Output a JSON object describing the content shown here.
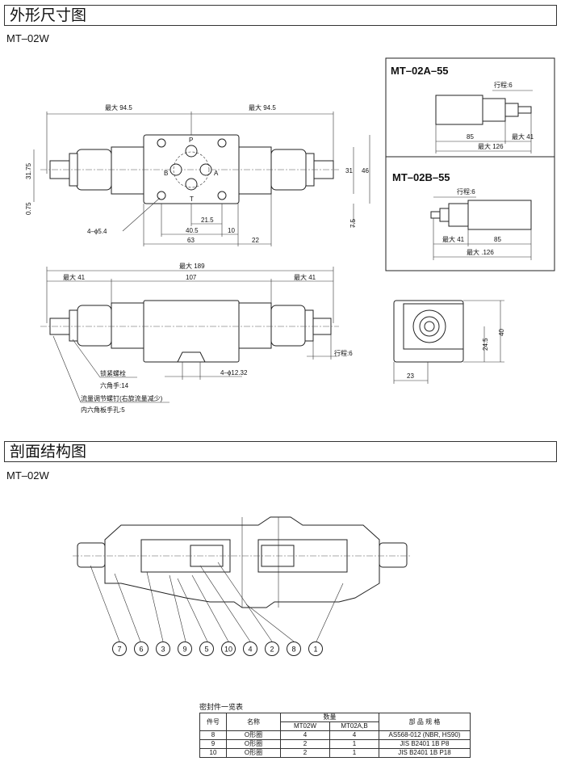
{
  "sections": {
    "outline_title": "外形尺寸图",
    "section_title": "剖面结构图"
  },
  "models": {
    "outline_model": "MT–02W",
    "section_model": "MT–02W"
  },
  "variants": {
    "a55": {
      "title": "MT–02A–55",
      "stroke": "行程:6",
      "d85": "85",
      "dmax41": "最大 41",
      "dmax126": "最大 126"
    },
    "b55": {
      "title": "MT–02B–55",
      "stroke": "行程:6",
      "d85": "85",
      "dmax41": "最大 41",
      "dmax126": "最大 .126"
    }
  },
  "top_view": {
    "max945_left": "最大 94.5",
    "max945_right": "最大 94.5",
    "d3175": "31.75",
    "d075": "0.75",
    "d31": "31",
    "d46": "46",
    "d75": "7.5",
    "d215": "21.5",
    "d405": "40.5",
    "d10": "10",
    "d63": "63",
    "d22": "22",
    "holes": "4–ϕ5.4",
    "port_p": "P",
    "port_a": "A",
    "port_b": "B",
    "port_t": "T"
  },
  "front_view": {
    "max189": "最大 189",
    "max41_left": "最大 41",
    "d107": "107",
    "max41_right": "最大 41",
    "orings": "4–ϕ12.32",
    "stroke": "行程:6",
    "lock_nut": "锁紧螺栓",
    "hex14": "六角手:14",
    "adjust_screw": "流量调节螺钉(右旋流量减少)",
    "hex5": "内六角板手孔:5"
  },
  "side_view": {
    "d23": "23",
    "d245": "24.5",
    "d40": "40"
  },
  "part_callouts": [
    "7",
    "6",
    "3",
    "9",
    "5",
    "10",
    "4",
    "2",
    "8",
    "1"
  ],
  "seal_table": {
    "caption": "密封件一览表",
    "h_no": "件号",
    "h_name": "名称",
    "h_qty": "数量",
    "h_w": "MT02W",
    "h_ab": "MT02A,B",
    "h_spec": "部 品 规 格",
    "rows": [
      {
        "no": "8",
        "name": "O形圈",
        "w": "4",
        "ab": "4",
        "spec": "AS568-012 (NBR, HS90)"
      },
      {
        "no": "9",
        "name": "O形圈",
        "w": "2",
        "ab": "1",
        "spec": "JIS B2401 1B P8"
      },
      {
        "no": "10",
        "name": "O形圈",
        "w": "2",
        "ab": "1",
        "spec": "JIS B2401 1B P18"
      }
    ]
  }
}
